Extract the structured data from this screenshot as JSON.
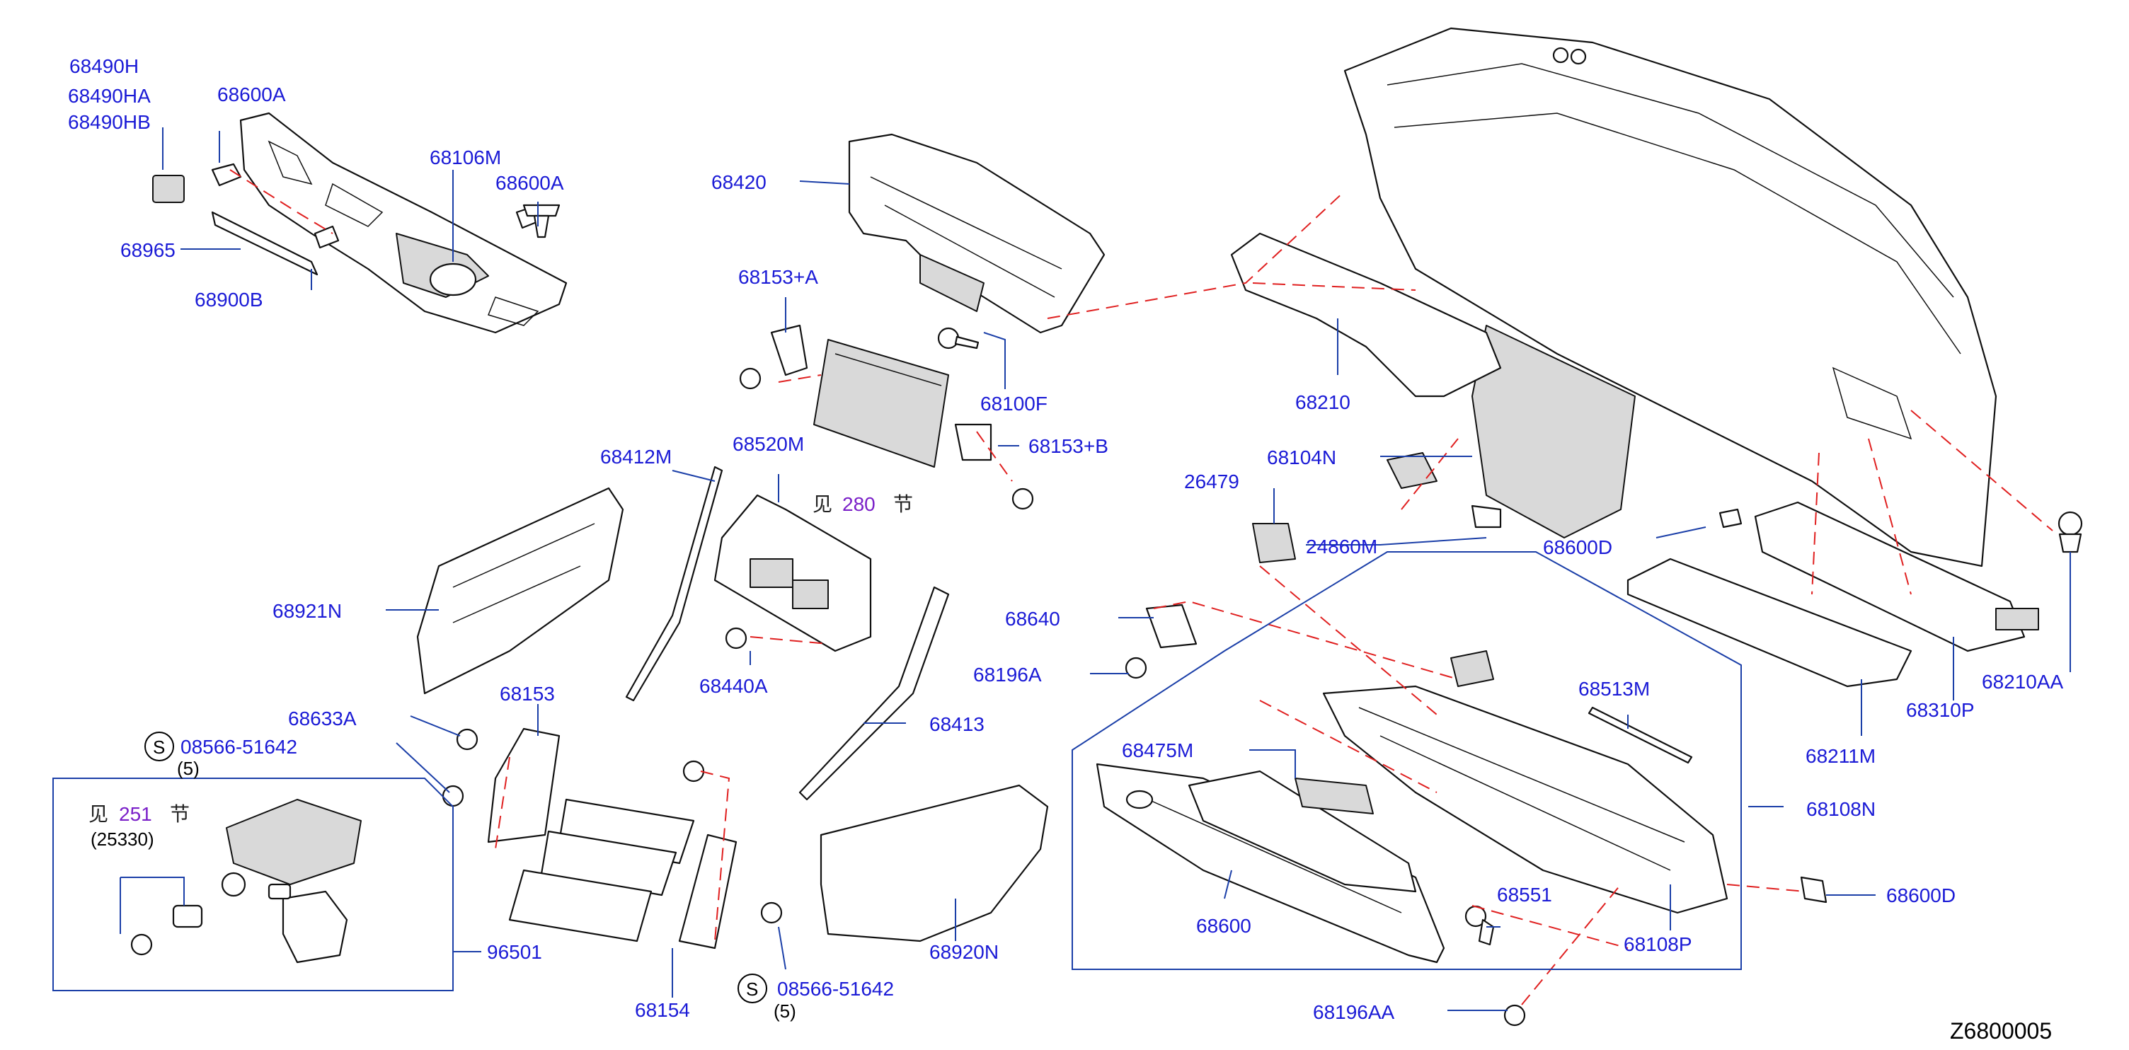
{
  "diagram_code": "Z6800005",
  "labels": {
    "p68490H": "68490H",
    "p68490HA": "68490HA",
    "p68490HB": "68490HB",
    "p68600A_1": "68600A",
    "p68106M": "68106M",
    "p68600A_2": "68600A",
    "p68965": "68965",
    "p68900B": "68900B",
    "p68420": "68420",
    "p68153A": "68153+A",
    "p68100F": "68100F",
    "p68153B": "68153+B",
    "p68210": "68210",
    "p68104N": "68104N",
    "p26479": "26479",
    "p24860M": "24860M",
    "p68600D_1": "68600D",
    "p68412M": "68412M",
    "p68520M": "68520M",
    "p68921N": "68921N",
    "p68440A": "68440A",
    "p68640": "68640",
    "p68196A": "68196A",
    "p68413": "68413",
    "p68153": "68153",
    "p68633A": "68633A",
    "p08566_1": "08566-51642",
    "p08566_1_qty": "(5)",
    "p25330": "(25330)",
    "p96501": "96501",
    "p68154": "68154",
    "p08566_2": "08566-51642",
    "p08566_2_qty": "(5)",
    "p68920N": "68920N",
    "p68475M": "68475M",
    "p68513M": "68513M",
    "p68108N": "68108N",
    "p68600": "68600",
    "p68551": "68551",
    "p68108P": "68108P",
    "p68196AA": "68196AA",
    "p68600D_2": "68600D",
    "p68210AA": "68210AA",
    "p68310P": "68310P",
    "p68211M": "68211M",
    "s_symbol": "S"
  },
  "section_refs": [
    {
      "prefix": "见",
      "number": "280",
      "suffix": "节"
    },
    {
      "prefix": "见",
      "number": "251",
      "suffix": "节"
    }
  ],
  "colors": {
    "label_blue": "#1b1bd6",
    "leader_blue": "#1b3fa8",
    "dash_red": "#e02020",
    "ref_purple": "#7a1fc8"
  }
}
